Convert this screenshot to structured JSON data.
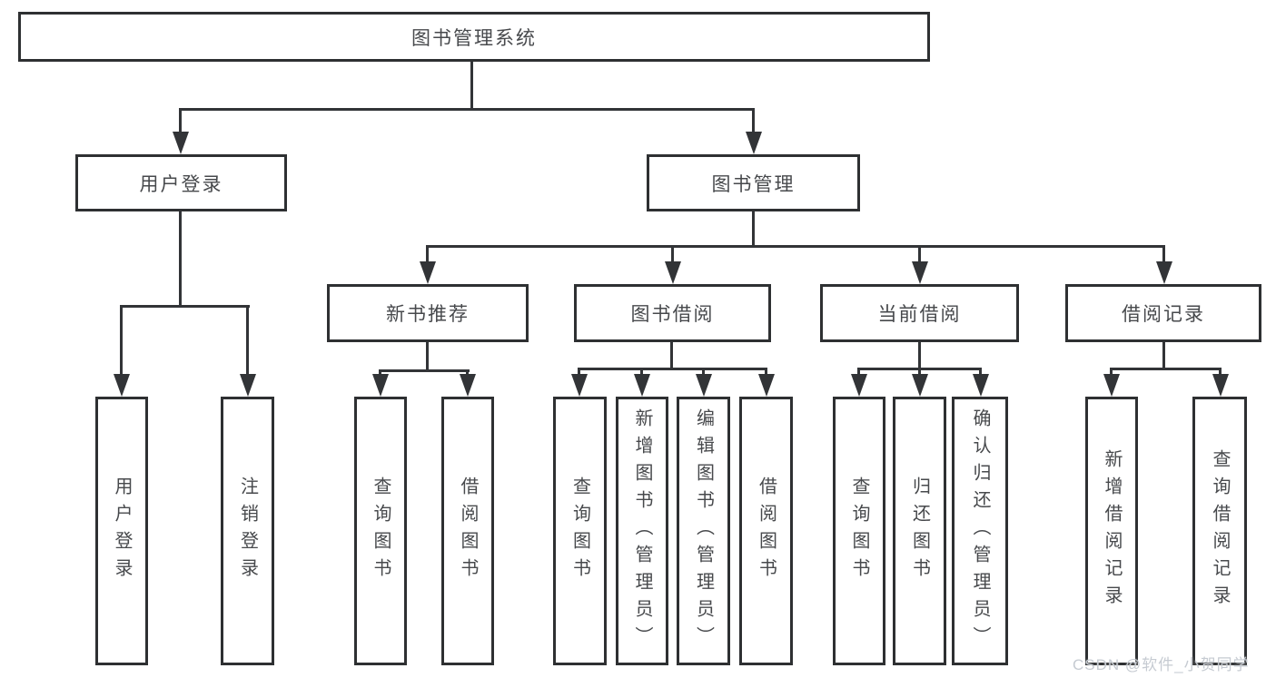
{
  "diagram": {
    "root": {
      "label": "图书管理系统"
    },
    "level1": [
      {
        "label": "用户登录"
      },
      {
        "label": "图书管理"
      }
    ],
    "level2": [
      {
        "label": "新书推荐"
      },
      {
        "label": "图书借阅"
      },
      {
        "label": "当前借阅"
      },
      {
        "label": "借阅记录"
      }
    ],
    "leaves": {
      "user_login": [
        "用户登录",
        "注销登录"
      ],
      "new_book": [
        "查询图书",
        "借阅图书"
      ],
      "book_borrow": [
        "查询图书",
        "新增图书（管理员）",
        "编辑图书（管理员）",
        "借阅图书"
      ],
      "current_borrow": [
        "查询图书",
        "归还图书",
        "确认归还（管理员）"
      ],
      "borrow_record": [
        "新增借阅记录",
        "查询借阅记录"
      ]
    }
  },
  "watermark": {
    "text": "CSDN @软件_小贺同学"
  },
  "colors": {
    "line": "#323437",
    "border": "#2e3032",
    "text": "#47494c",
    "background": "#ffffff",
    "watermark": "#c6cbd2"
  }
}
